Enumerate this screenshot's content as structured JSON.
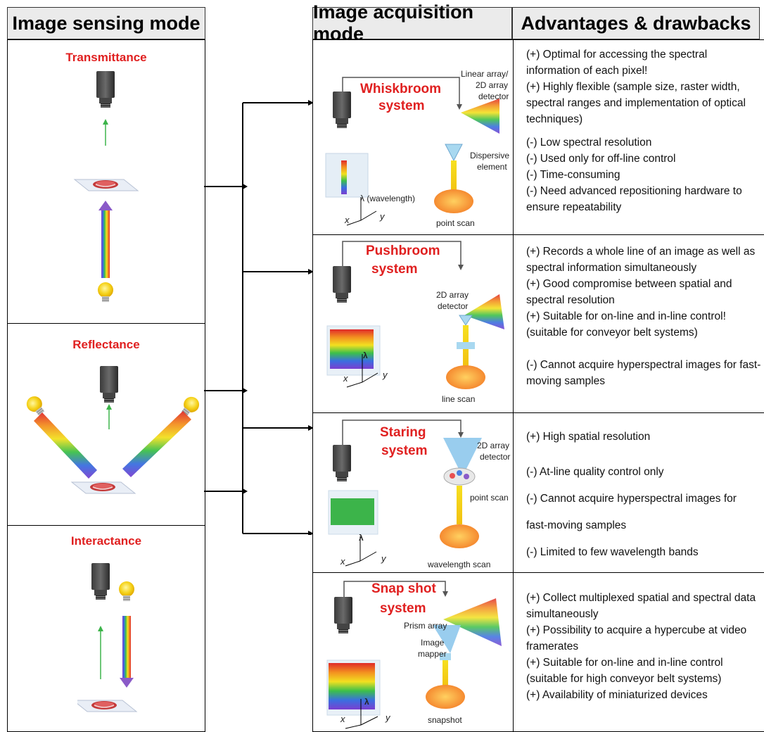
{
  "headers": {
    "sensing": "Image sensing mode",
    "acquisition": "Image acquisition mode",
    "advantages": "Advantages & drawbacks"
  },
  "sensing_modes": [
    {
      "title": "Transmittance"
    },
    {
      "title": "Reflectance"
    },
    {
      "title": "Interactance"
    }
  ],
  "systems": [
    {
      "title_line1": "Whiskbroom",
      "title_line2": "system",
      "detector_label_1": "Linear array/",
      "detector_label_2": "2D array",
      "detector_label_3": "detector",
      "element_label_1": "Dispersive",
      "element_label_2": "element",
      "cube_label": "λ (wavelength)",
      "scan_label": "point scan",
      "axis_x": "x",
      "axis_y": "y",
      "points": [
        "(+)  Optimal for accessing the spectral information of each pixel!",
        "(+)  Highly flexible (sample size, raster width, spectral ranges and implementation of optical techniques)",
        "(-) Low spectral resolution",
        "(-) Used only for off-line control",
        "(-) Time-consuming",
        "(-) Need advanced repositioning hardware to ensure repeatability"
      ]
    },
    {
      "title_line1": "Pushbroom",
      "title_line2": "system",
      "detector_label_1": "2D array",
      "detector_label_2": "detector",
      "cube_label": "λ",
      "scan_label": "line scan",
      "axis_x": "x",
      "axis_y": "y",
      "points": [
        "(+) Records a whole line of an image as well as spectral information simultaneously",
        "(+) Good compromise between spatial and spectral resolution",
        "(+) Suitable for on-line and in-line control! (suitable for conveyor belt systems)",
        "(-) Cannot acquire hyperspectral images for fast-moving samples"
      ]
    },
    {
      "title_line1": "Staring",
      "title_line2": "system",
      "detector_label_1": "2D array",
      "detector_label_2": "detector",
      "filter_label": "point scan",
      "cube_label": "λ",
      "scan_label": "wavelength scan",
      "axis_x": "x",
      "axis_y": "y",
      "points": [
        "(+) High spatial resolution",
        "(-) At-line quality control only",
        "(-) Cannot acquire hyperspectral images for",
        "fast-moving samples",
        "(-) Limited to few wavelength bands"
      ]
    },
    {
      "title_line1": "Snap shot",
      "title_line2": "system",
      "prism_label": "Prism array",
      "mapper_label_1": "Image",
      "mapper_label_2": "mapper",
      "cube_label": "λ",
      "scan_label": "snapshot",
      "axis_x": "x",
      "axis_y": "y",
      "points": [
        "(+) Collect multiplexed spatial and spectral data simultaneously",
        "(+) Possibility to acquire a hypercube at video framerates",
        "(+) Suitable for on-line and in-line control (suitable for high conveyor belt systems)",
        "(+) Availability of miniaturized devices"
      ]
    }
  ]
}
